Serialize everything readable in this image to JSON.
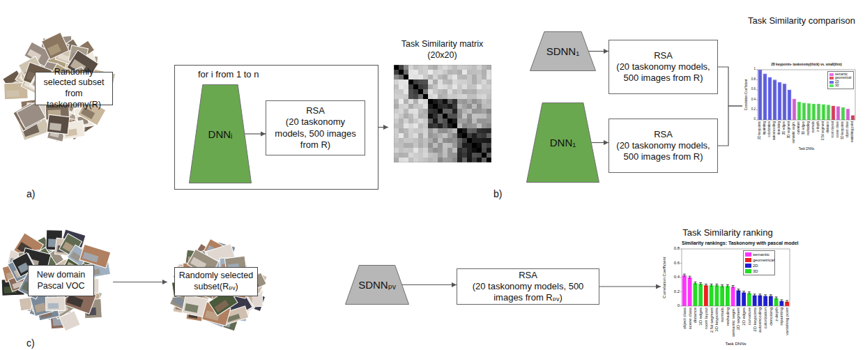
{
  "diagram": {
    "nodes": [
      {
        "text": [
          "Randomly selected subset from taskonomy(R)"
        ]
      },
      {
        "text": [
          "for i from 1 to n"
        ]
      },
      {
        "text": [
          "DNNᵢ"
        ],
        "in": 1
      },
      {
        "text": [
          "RSA",
          "(20 taskonomy models, 500 images from R)"
        ],
        "in": 1
      },
      {
        "text": [
          "Task Similarity matrix (20x20)"
        ]
      },
      {
        "text": [
          "SDNN₁"
        ]
      },
      {
        "text": [
          "RSA",
          "(20 taskonomy models, 500 images from R)"
        ]
      },
      {
        "text": [
          "DNN₁"
        ]
      },
      {
        "text": [
          "RSA",
          "(20 taskonomy models, 500 images from R)"
        ]
      },
      {
        "text": [
          "Task Similarity comparison"
        ]
      },
      {
        "text": [
          "New domain Pascal VOC"
        ]
      },
      {
        "text": [
          "Randomly selected subset(Rₚᵥ)"
        ]
      },
      {
        "text": [
          "SDNNₚᵥ"
        ]
      },
      {
        "text": [
          "RSA",
          "(20 taskonomy models, 500 images from Rₚᵥ)"
        ]
      },
      {
        "text": [
          "Task Similarity ranking"
        ]
      }
    ],
    "edges": [
      {
        "from": 2,
        "to": 3,
        "arrow": "to"
      },
      {
        "from": 1,
        "to": 4,
        "arrow": "to"
      },
      {
        "from": 5,
        "to": 6,
        "arrow": "to"
      },
      {
        "from": 7,
        "to": 8,
        "arrow": "to"
      },
      {
        "from": 6,
        "to": 9,
        "arrow": "none"
      },
      {
        "from": 8,
        "to": 9,
        "arrow": "none"
      },
      {
        "from": 10,
        "to": 11,
        "arrow": "to"
      },
      {
        "from": 12,
        "to": 13,
        "arrow": "to"
      },
      {
        "from": 13,
        "to": 14,
        "arrow": "to"
      }
    ],
    "labels": [
      "a)",
      "b)",
      "c)",
      "2D keypoints- taskonomy(thick) vs. small(thin)",
      "0",
      "0.2",
      "0.4",
      "0.6",
      "0.8",
      "1",
      "Correlation Coefficient",
      "2D keypoints",
      "inpainting",
      "colorization",
      "autoencoding",
      "denoising",
      "2D edges",
      "2D segment",
      "semantic segm.",
      "curvature",
      "3D edges",
      "reshading",
      "normals",
      "z-depth",
      "2.5d segment",
      "distance",
      "room layout",
      "scene class",
      "3D keypoints",
      "object class",
      "vanishing point",
      "Task DNNs",
      "Similarity rankings: Taskonomy with pascal model",
      "0",
      "0.2",
      "0.4",
      "0.6",
      "0.8",
      "Correlation Coefficient",
      "object class",
      "scene class",
      "distance",
      "3D edges",
      "room layout",
      "2.5d segment",
      "3D keypoints",
      "normals",
      "reshading",
      "semantic segm.",
      "2D segment",
      "2D edges",
      "curvature",
      "2D keypoints",
      "autoencoding",
      "colorization",
      "denoising",
      "z-depth",
      "inpainting",
      "vanishing point",
      "Task DNNs"
    ],
    "legend": [
      {
        "text": "semantic",
        "color": "#e76fe7"
      },
      {
        "text": "geometrical",
        "color": "#e0506a"
      },
      {
        "text": "2D",
        "color": "#6c6cf0"
      },
      {
        "text": "3D",
        "color": "#5ee65e"
      },
      {
        "text": "semantic",
        "color": "#ff33ff"
      },
      {
        "text": "geometrical",
        "color": "#ee2222"
      },
      {
        "text": "2D",
        "color": "#1f1fd0"
      },
      {
        "text": "3D",
        "color": "#22dd22"
      }
    ]
  }
}
